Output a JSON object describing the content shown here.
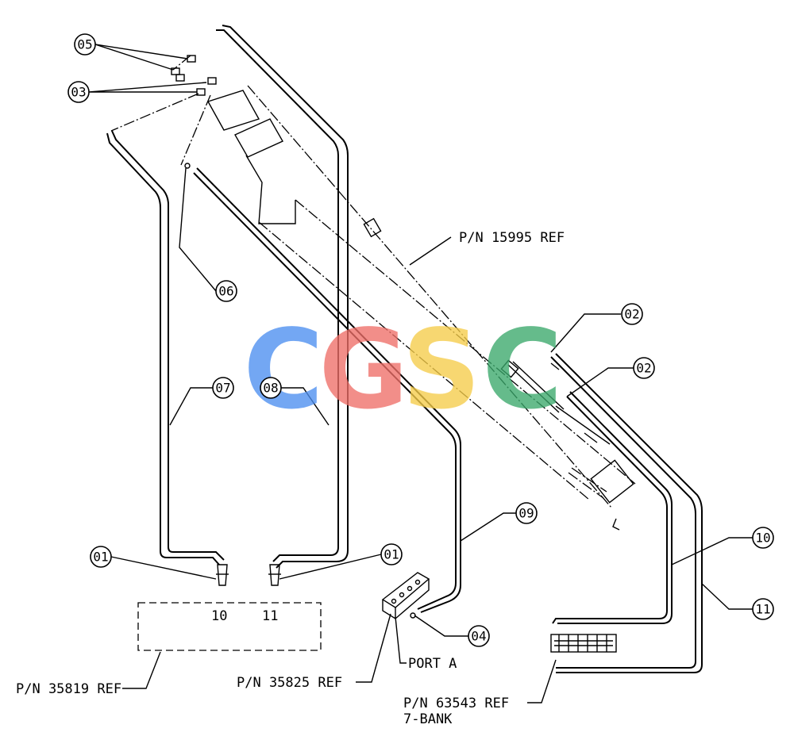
{
  "callouts": {
    "c05": "05",
    "c03": "03",
    "c06": "06",
    "c07": "07",
    "c08": "08",
    "c01a": "01",
    "c01b": "01",
    "c02a": "02",
    "c02b": "02",
    "c09": "09",
    "c04": "04",
    "c10": "10",
    "c11": "11"
  },
  "labels": {
    "pn15995": "P/N 15995 REF",
    "pn35819": "P/N 35819 REF",
    "pn35825": "P/N 35825 REF",
    "porta": "PORT A",
    "pn63543": "P/N 63543 REF",
    "bank": "7-BANK",
    "port10": "10",
    "port11": "11"
  },
  "watermark": {
    "letters": [
      "C",
      "G",
      "S",
      "C"
    ],
    "colors": [
      "#4d8ff0",
      "#ef6f68",
      "#f6cd4a",
      "#3aa86b"
    ]
  }
}
